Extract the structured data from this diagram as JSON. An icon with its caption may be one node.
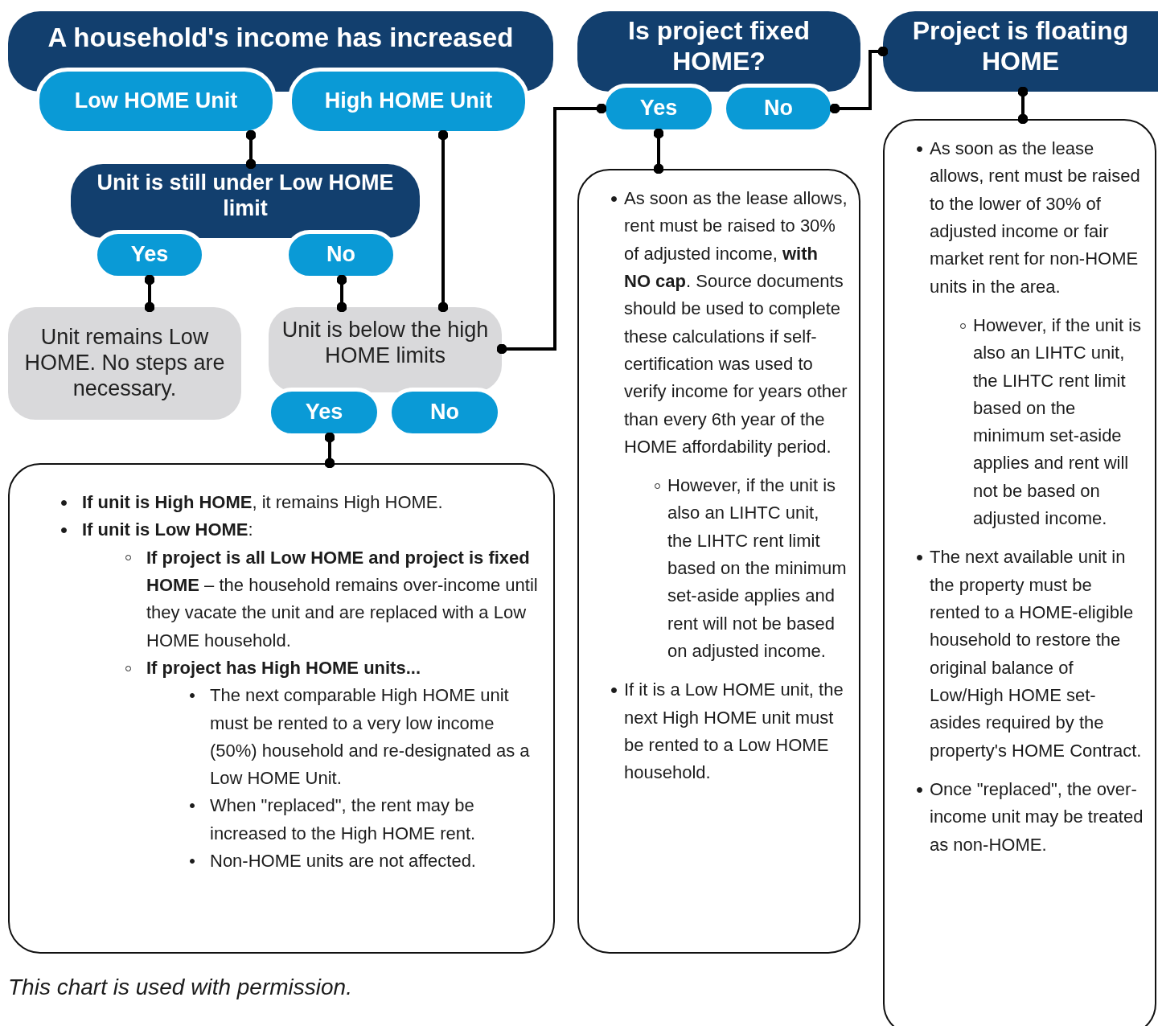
{
  "diagram": {
    "caption": "This chart is used with permission.",
    "nodes": [
      {
        "text": [
          "A household's income has increased"
        ]
      },
      {
        "text": [
          "Low HOME Unit"
        ]
      },
      {
        "text": [
          "High HOME Unit"
        ]
      },
      {
        "text": [
          "Unit is still under Low HOME limit"
        ]
      },
      {
        "text": [
          "Yes"
        ]
      },
      {
        "text": [
          "No"
        ]
      },
      {
        "text": [
          "Unit remains Low HOME. No steps are necessary."
        ]
      },
      {
        "text": [
          "Unit is below the high HOME limits"
        ]
      },
      {
        "text": [
          "Yes"
        ]
      },
      {
        "text": [
          "No"
        ]
      },
      {
        "text": [
          "**If unit is High HOME**, it remains High HOME.",
          "**If unit is Low HOME**:",
          "**If project is all Low HOME and project is fixed HOME** – the household remains over-income until they vacate the unit and are replaced with a Low HOME household.",
          "**If project has High HOME units...**",
          "The next comparable High HOME unit must be rented to a very low income (50%) household and re-designated as a Low HOME Unit.",
          "When \"replaced\", the rent may be increased to the High HOME rent.",
          "Non-HOME units are not affected."
        ]
      },
      {
        "text": [
          "Is project fixed HOME?"
        ]
      },
      {
        "text": [
          "Yes"
        ]
      },
      {
        "text": [
          "No"
        ]
      },
      {
        "text": [
          "As soon as the lease allows, rent must be raised to 30% of adjusted income, **with NO cap**. Source documents should be used to complete these calculations if self-certification was used to verify income for years other than every 6th year of the HOME affordability period.",
          "However, if the unit is also an LIHTC unit, the LIHTC rent limit based on the minimum set-aside applies and rent will not be based on adjusted income.",
          "If it is a Low HOME unit, the next High HOME unit must be rented to a Low HOME household."
        ]
      },
      {
        "text": [
          "Project is floating HOME"
        ]
      },
      {
        "text": [
          "As soon as the lease allows, rent must be raised to the lower of 30% of adjusted income or fair market rent for non-HOME units in the area.",
          "However, if the unit is also an LIHTC unit, the LIHTC rent limit based on the minimum set-aside applies and rent will not be based on adjusted income.",
          "The next available unit in the property must be rented to a HOME-eligible household to restore the original balance of Low/High HOME set-asides required by the property's HOME Contract.",
          "Once \"replaced\", the over-income unit may be treated as non-HOME."
        ]
      }
    ],
    "edges": [
      {
        "from": 1,
        "to": 3,
        "arrow": "other"
      },
      {
        "from": 4,
        "to": 6,
        "arrow": "other"
      },
      {
        "from": 5,
        "to": 7,
        "arrow": "other"
      },
      {
        "from": 2,
        "to": 7,
        "arrow": "other"
      },
      {
        "from": 8,
        "to": 10,
        "arrow": "other"
      },
      {
        "from": 7,
        "to": 12,
        "arrow": "other"
      },
      {
        "from": 12,
        "to": 14,
        "arrow": "other"
      },
      {
        "from": 13,
        "to": 15,
        "arrow": "other"
      },
      {
        "from": 15,
        "to": 16,
        "arrow": "other"
      }
    ]
  }
}
